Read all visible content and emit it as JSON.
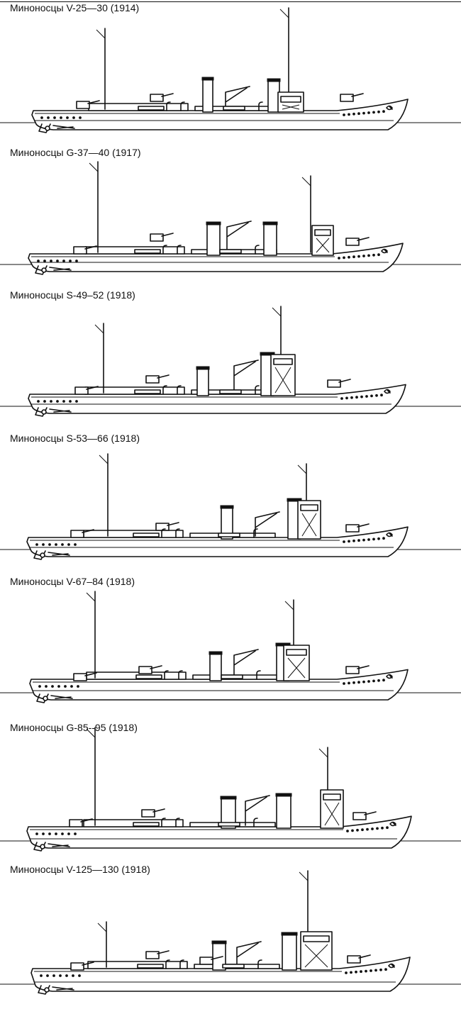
{
  "plates": [
    {
      "caption": "Миноносцы V-25—30 (1914)"
    },
    {
      "caption": "Миноносцы G-37—40 (1917)"
    },
    {
      "caption": "Миноносцы S-49–52 (1918)"
    },
    {
      "caption": "Миноносцы S-53—66 (1918)"
    },
    {
      "caption": "Миноносцы V-67–84 (1918)"
    },
    {
      "caption": "Миноносцы G-85--95 (1918)"
    },
    {
      "caption": "Миноносцы V-125—130 (1918)"
    }
  ]
}
